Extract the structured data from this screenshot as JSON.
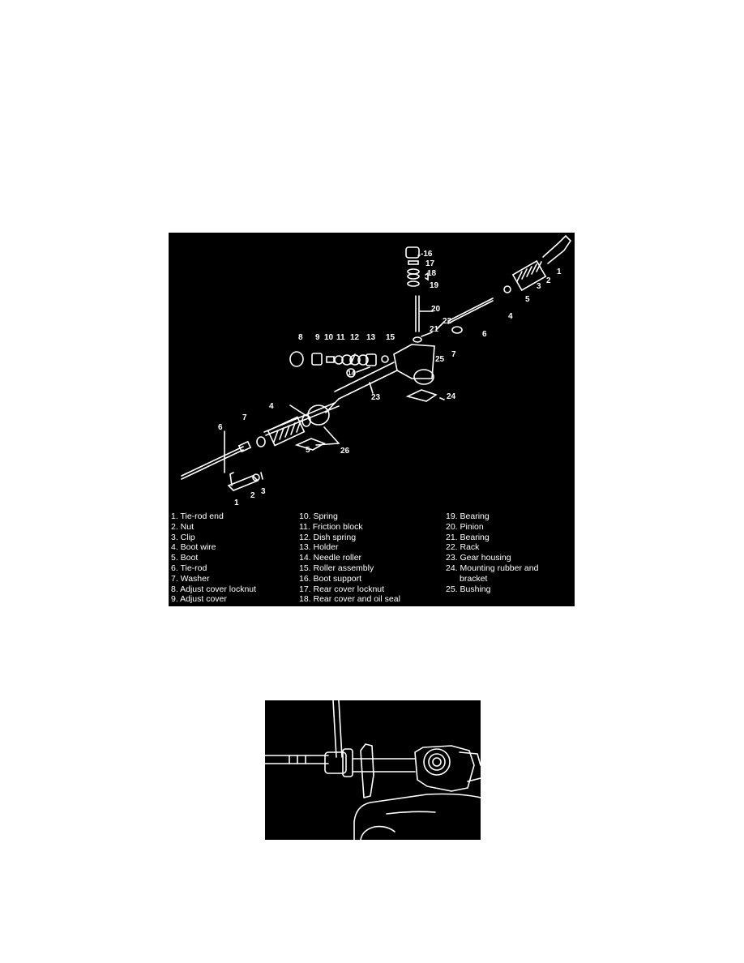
{
  "figure1": {
    "callouts": {
      "c1_top": "1",
      "c2_top": "2",
      "c3_top": "3",
      "c4_top": "4",
      "c5_top": "5",
      "c6_top": "6",
      "c7_right": "7",
      "c25": "25",
      "c22": "22",
      "c21": "21",
      "c20": "20",
      "c19": "19",
      "c18": "18",
      "c17": "17",
      "c16": "-16",
      "c8": "8",
      "c9": "9",
      "c10": "10",
      "c11": "11",
      "c12": "12",
      "c13": "13",
      "c15": "15",
      "c14": "14",
      "c23": "23",
      "c24": "24",
      "c4_left": "4",
      "c7_left": "7",
      "c6_left": "6",
      "c5_left": "5",
      "c26": "26",
      "c1_left": "1",
      "c2_left": "2",
      "c3_left": "3"
    },
    "legend": {
      "col1": [
        "1. Tie-rod end",
        "2. Nut",
        "3. Clip",
        "4. Boot wire",
        "5. Boot",
        "6. Tie-rod",
        "7. Washer",
        "8. Adjust cover locknut",
        "9. Adjust cover"
      ],
      "col2": [
        "10. Spring",
        "11. Friction block",
        "12. Dish spring",
        "13. Holder",
        "14. Needle roller",
        "15. Roller assembly",
        "16. Boot support",
        "17. Rear cover locknut",
        "18. Rear cover and oil seal"
      ],
      "col3": [
        "19. Bearing",
        "20. Pinion",
        "21. Bearing",
        "22. Rack",
        "23. Gear housing",
        "24. Mounting rubber and",
        "bracket",
        "25. Bushing"
      ]
    }
  }
}
